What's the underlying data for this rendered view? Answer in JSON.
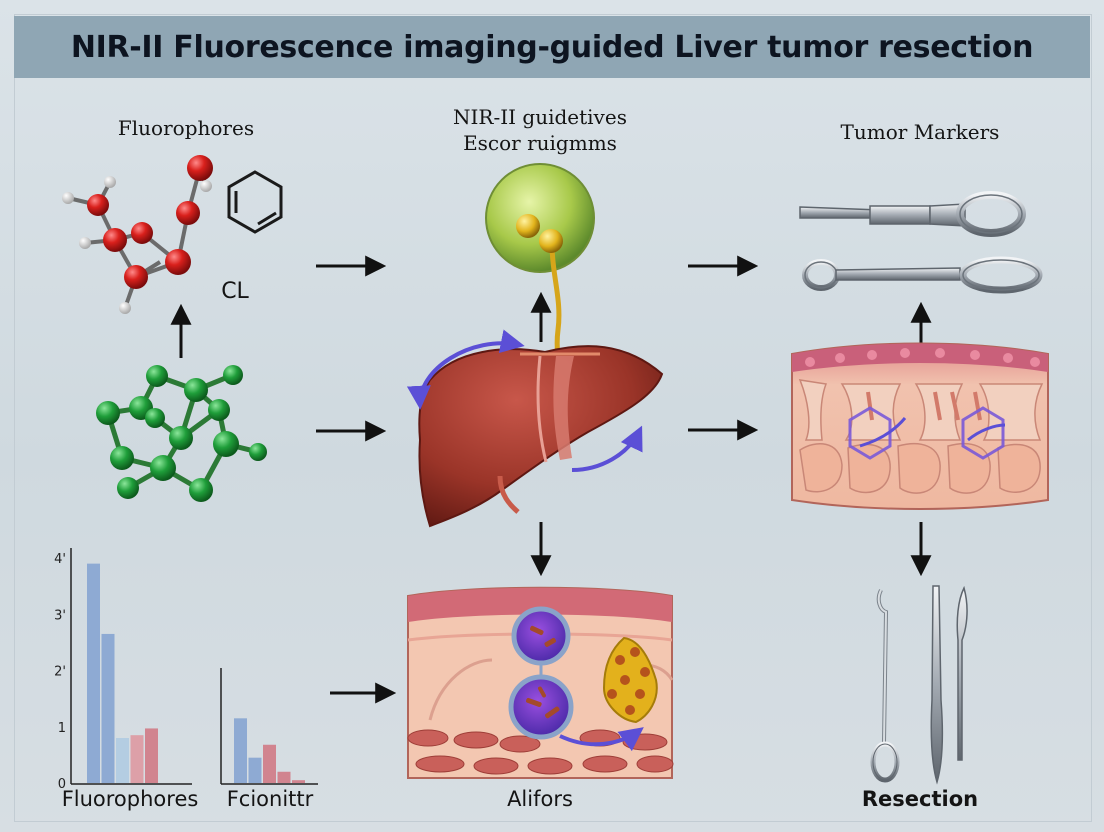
{
  "title": "NIR-II Fluorescence imaging-guided Liver tumor resection",
  "labels": {
    "fluorophores_top": "Fluorophores",
    "nir_guide_line1": "NIR-II guidetives",
    "nir_guide_line2": "Escor ruigmms",
    "tumor_markers": "Tumor Markers",
    "cl": "CL",
    "alifors": "Alifors",
    "resection": "Resection"
  },
  "chart_data": [
    {
      "type": "bar",
      "xlabel": "Fluorophores",
      "yticks": [
        "0",
        "1",
        "2'",
        "3'",
        "4'"
      ],
      "ylim": [
        0,
        4
      ],
      "values": [
        3.9,
        2.65,
        0.8,
        0.85,
        0.97
      ],
      "colors": [
        "#8eaad3",
        "#8eaad3",
        "#b4cde2",
        "#dda0a8",
        "#d1848f"
      ]
    },
    {
      "type": "bar",
      "xlabel": "Fcionittr",
      "ylim": [
        0,
        4
      ],
      "values": [
        1.15,
        0.45,
        0.68,
        0.2,
        0.05
      ],
      "colors": [
        "#8eaad3",
        "#8eaad3",
        "#d1848f",
        "#d1848f",
        "#d1848f"
      ]
    }
  ],
  "colors": {
    "title_bar": "#8fa6b4",
    "background": "#d3dce2",
    "atom_red": "#d01c1c",
    "atom_green": "#1f9e3a",
    "liver": "#9a3428",
    "arrow_blue": "#5b4fd6"
  }
}
